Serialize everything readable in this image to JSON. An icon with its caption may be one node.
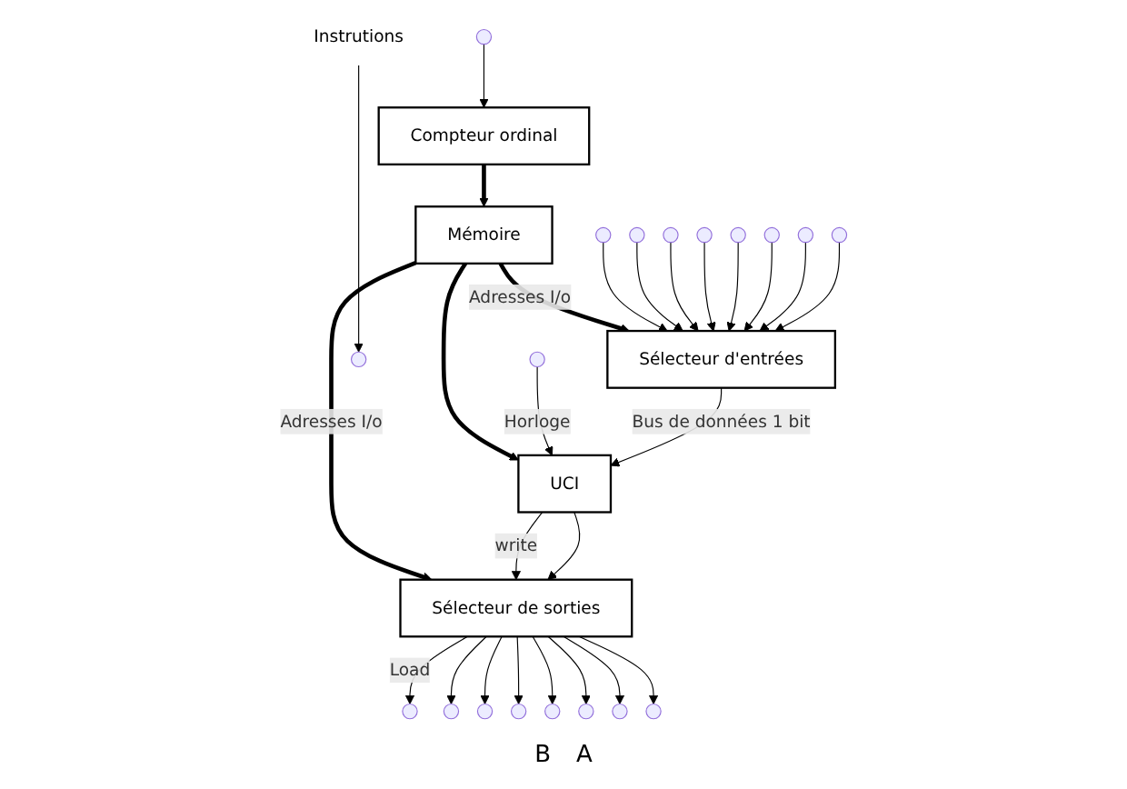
{
  "diagram": {
    "nodes": [
      {
        "text": [
          "Compteur ordinal"
        ]
      },
      {
        "text": [
          "Mémoire"
        ]
      },
      {
        "text": [
          "UCI"
        ]
      },
      {
        "text": [
          "Sélecteur d'entrées"
        ]
      },
      {
        "text": [
          "Sélecteur de sorties"
        ]
      },
      {
        "text": [
          "Instrutions"
        ]
      }
    ],
    "edges": [
      {
        "from": 0,
        "to": 1,
        "arrow": "to",
        "style": "thick"
      },
      {
        "from": 1,
        "to": 2,
        "arrow": "to",
        "style": "thick"
      },
      {
        "from": 5,
        "to": null,
        "arrow": "to"
      },
      {
        "from": 1,
        "to": 3,
        "label": "Adresses I/o",
        "arrow": "to",
        "style": "thick"
      },
      {
        "from": 1,
        "to": 4,
        "label": "Adresses I/o",
        "arrow": "to",
        "style": "thick"
      },
      {
        "from": null,
        "to": 0,
        "arrow": "to"
      },
      {
        "from": null,
        "to": 2,
        "label": "Horloge",
        "arrow": "to"
      },
      {
        "from": 2,
        "to": 4,
        "label": "write",
        "arrow": "to"
      },
      {
        "from": 3,
        "to": 2,
        "label": "Bus de données 1 bit",
        "arrow": "to"
      },
      {
        "from": 2,
        "to": 4,
        "arrow": "to"
      },
      {
        "from": null,
        "to": 3,
        "arrow": "to"
      },
      {
        "from": null,
        "to": 3,
        "arrow": "to"
      },
      {
        "from": null,
        "to": 3,
        "arrow": "to"
      },
      {
        "from": null,
        "to": 3,
        "arrow": "to"
      },
      {
        "from": null,
        "to": 3,
        "arrow": "to"
      },
      {
        "from": null,
        "to": 3,
        "arrow": "to"
      },
      {
        "from": null,
        "to": 3,
        "arrow": "to"
      },
      {
        "from": null,
        "to": 3,
        "arrow": "to"
      },
      {
        "from": 4,
        "to": null,
        "label": "Load",
        "arrow": "to"
      },
      {
        "from": 4,
        "to": null,
        "arrow": "to"
      },
      {
        "from": 4,
        "to": null,
        "arrow": "to"
      },
      {
        "from": 4,
        "to": null,
        "arrow": "to"
      },
      {
        "from": 4,
        "to": null,
        "arrow": "to"
      },
      {
        "from": 4,
        "to": null,
        "arrow": "to"
      },
      {
        "from": 4,
        "to": null,
        "arrow": "to"
      },
      {
        "from": 4,
        "to": null,
        "arrow": "to"
      }
    ],
    "labels": [
      "B",
      "A"
    ]
  }
}
